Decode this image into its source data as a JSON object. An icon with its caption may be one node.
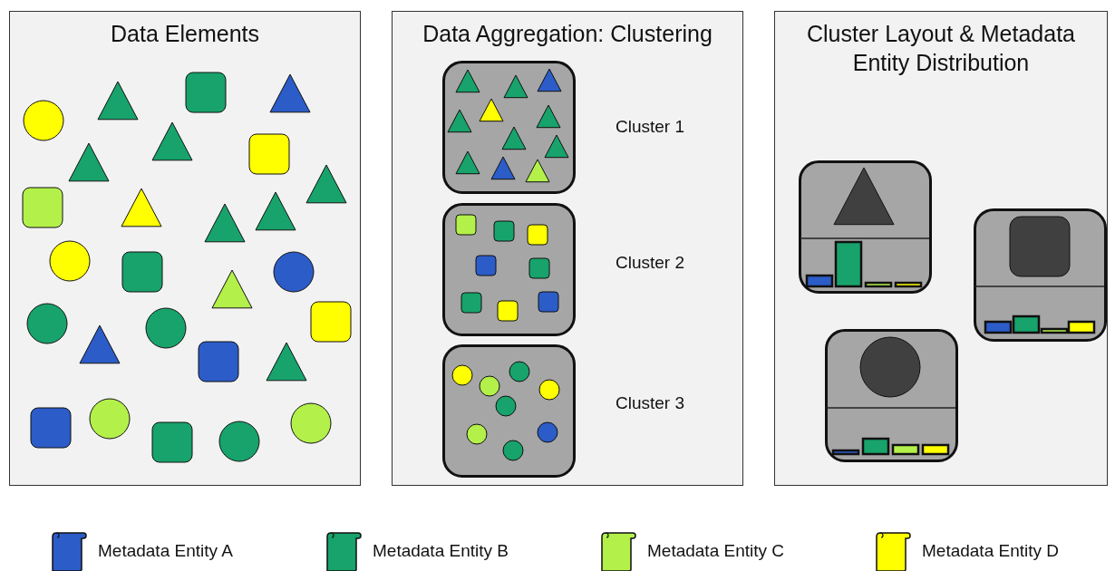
{
  "diagram": {
    "nodes": [
      {
        "text": [
          "Data Elements"
        ]
      },
      {
        "text": [
          "Data Aggregation: Clustering"
        ]
      },
      {
        "text": [],
        "shape": "box",
        "in": 1,
        "beside": [
          "Cluster 1"
        ]
      },
      {
        "text": [],
        "shape": "box",
        "in": 1,
        "beside": [
          "Cluster 2"
        ]
      },
      {
        "text": [],
        "shape": "box",
        "in": 1,
        "beside": [
          "Cluster 3"
        ]
      },
      {
        "text": [
          "Cluster Layout & Metadata Entity Distribution"
        ]
      },
      {
        "text": [],
        "shape": "box",
        "in": 5
      },
      {
        "text": [],
        "shape": "box",
        "in": 5
      },
      {
        "text": [],
        "shape": "box",
        "in": 5
      }
    ],
    "edges": [],
    "legend": [
      {
        "text": "Metadata Entity A",
        "color": "#2b5cc8"
      },
      {
        "text": "Metadata Entity B",
        "color": "#17a36b"
      },
      {
        "text": "Metadata Entity C",
        "color": "#b3f04a"
      },
      {
        "text": "Metadata Entity D",
        "color": "#ffff00"
      }
    ]
  }
}
